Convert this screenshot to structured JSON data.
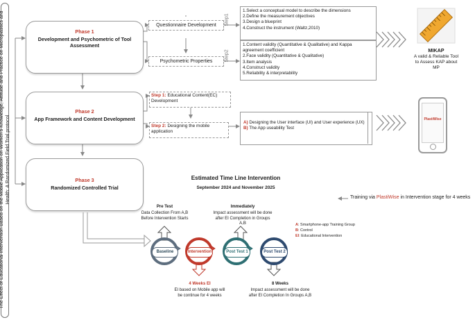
{
  "side_title": "The Effect of Educational Intervention Based on the Mobile Application on Women's Knowledge, Attitude and Practice on Microplastics and Health: A Randomized Field Trial protocol",
  "phases": [
    {
      "label": "Phase 1",
      "title": "Development and Psychometric of Tool Assessment"
    },
    {
      "label": "Phase 2",
      "title": "App Framework and Content Development"
    },
    {
      "label": "Phase 3",
      "title": "Randomized Controlled Trial"
    }
  ],
  "phase1": {
    "box1": "Questionnaire Development",
    "box2": "Psychometric  Properties",
    "step1_label": "Step1",
    "step2_label": "Step2",
    "step1_items": [
      "1.Select a conceptual model to describe the dimensions",
      "2.Define the measurement objectives",
      "3.Design a blueprint",
      "4.Construct the instrument (Waltz,2010)"
    ],
    "step2_items": [
      "1.Content validity (Quantitative & Qualitative) and Kappa agreement coefficient",
      "2.Face validity (Quantitative & Qualitative)",
      "3.Item analysis",
      "4.Construct validity",
      "5.Reliability & interpretability"
    ]
  },
  "mikap": {
    "title": "MIKAP",
    "desc": "A valid & Reliable Tool to Assess KAP about MP"
  },
  "phase2": {
    "step1_tag": "Step 1:",
    "step1_text": "Educational Content(EC) Development",
    "step2_tag": "Step 2:",
    "step2_text": "Designing the mobile application",
    "a_tag": "A)",
    "a_text": "Designing the User interface (UI) and User experience (UX)",
    "b_tag": "B)",
    "b_text": "The App useability Test",
    "app_name": "PlastiWise"
  },
  "training": {
    "prefix": "Training via ",
    "app": "PlastiWise",
    "suffix": " in Intervention stage for 4 weeks"
  },
  "timeline": {
    "title": "Estimated Time Line Intervention",
    "subtitle": "September 2024 and November 2025",
    "pretest_title": "Pre Test",
    "pretest_text": "Data Collection From A,B Before Intervention Starts",
    "immediately_title": "Immediately",
    "immediately_text": "Impact assessment  will be done after EI Completion in Groups A,B",
    "weeks4_title": "4 Weeks EI",
    "weeks4_text": "EI based on Mobile  app will be continue for 4 weeks",
    "weeks8_title": "8 Weeks",
    "weeks8_text": "Impact assessment  will be done after EI Completion In Groups A,B",
    "stages": [
      "Baseline",
      "Intervention",
      "Post Test 1",
      "Post Test 2"
    ],
    "legend": [
      {
        "tag": "A",
        "text": ": Smartphone-app Training Group"
      },
      {
        "tag": "B",
        "text": ": Control"
      },
      {
        "tag": "EI",
        "text": ": Educational Intervention"
      }
    ]
  },
  "colors": {
    "accent_red": "#c0392b",
    "teal": "#2e6f73",
    "gray": "#5d6d7e"
  }
}
